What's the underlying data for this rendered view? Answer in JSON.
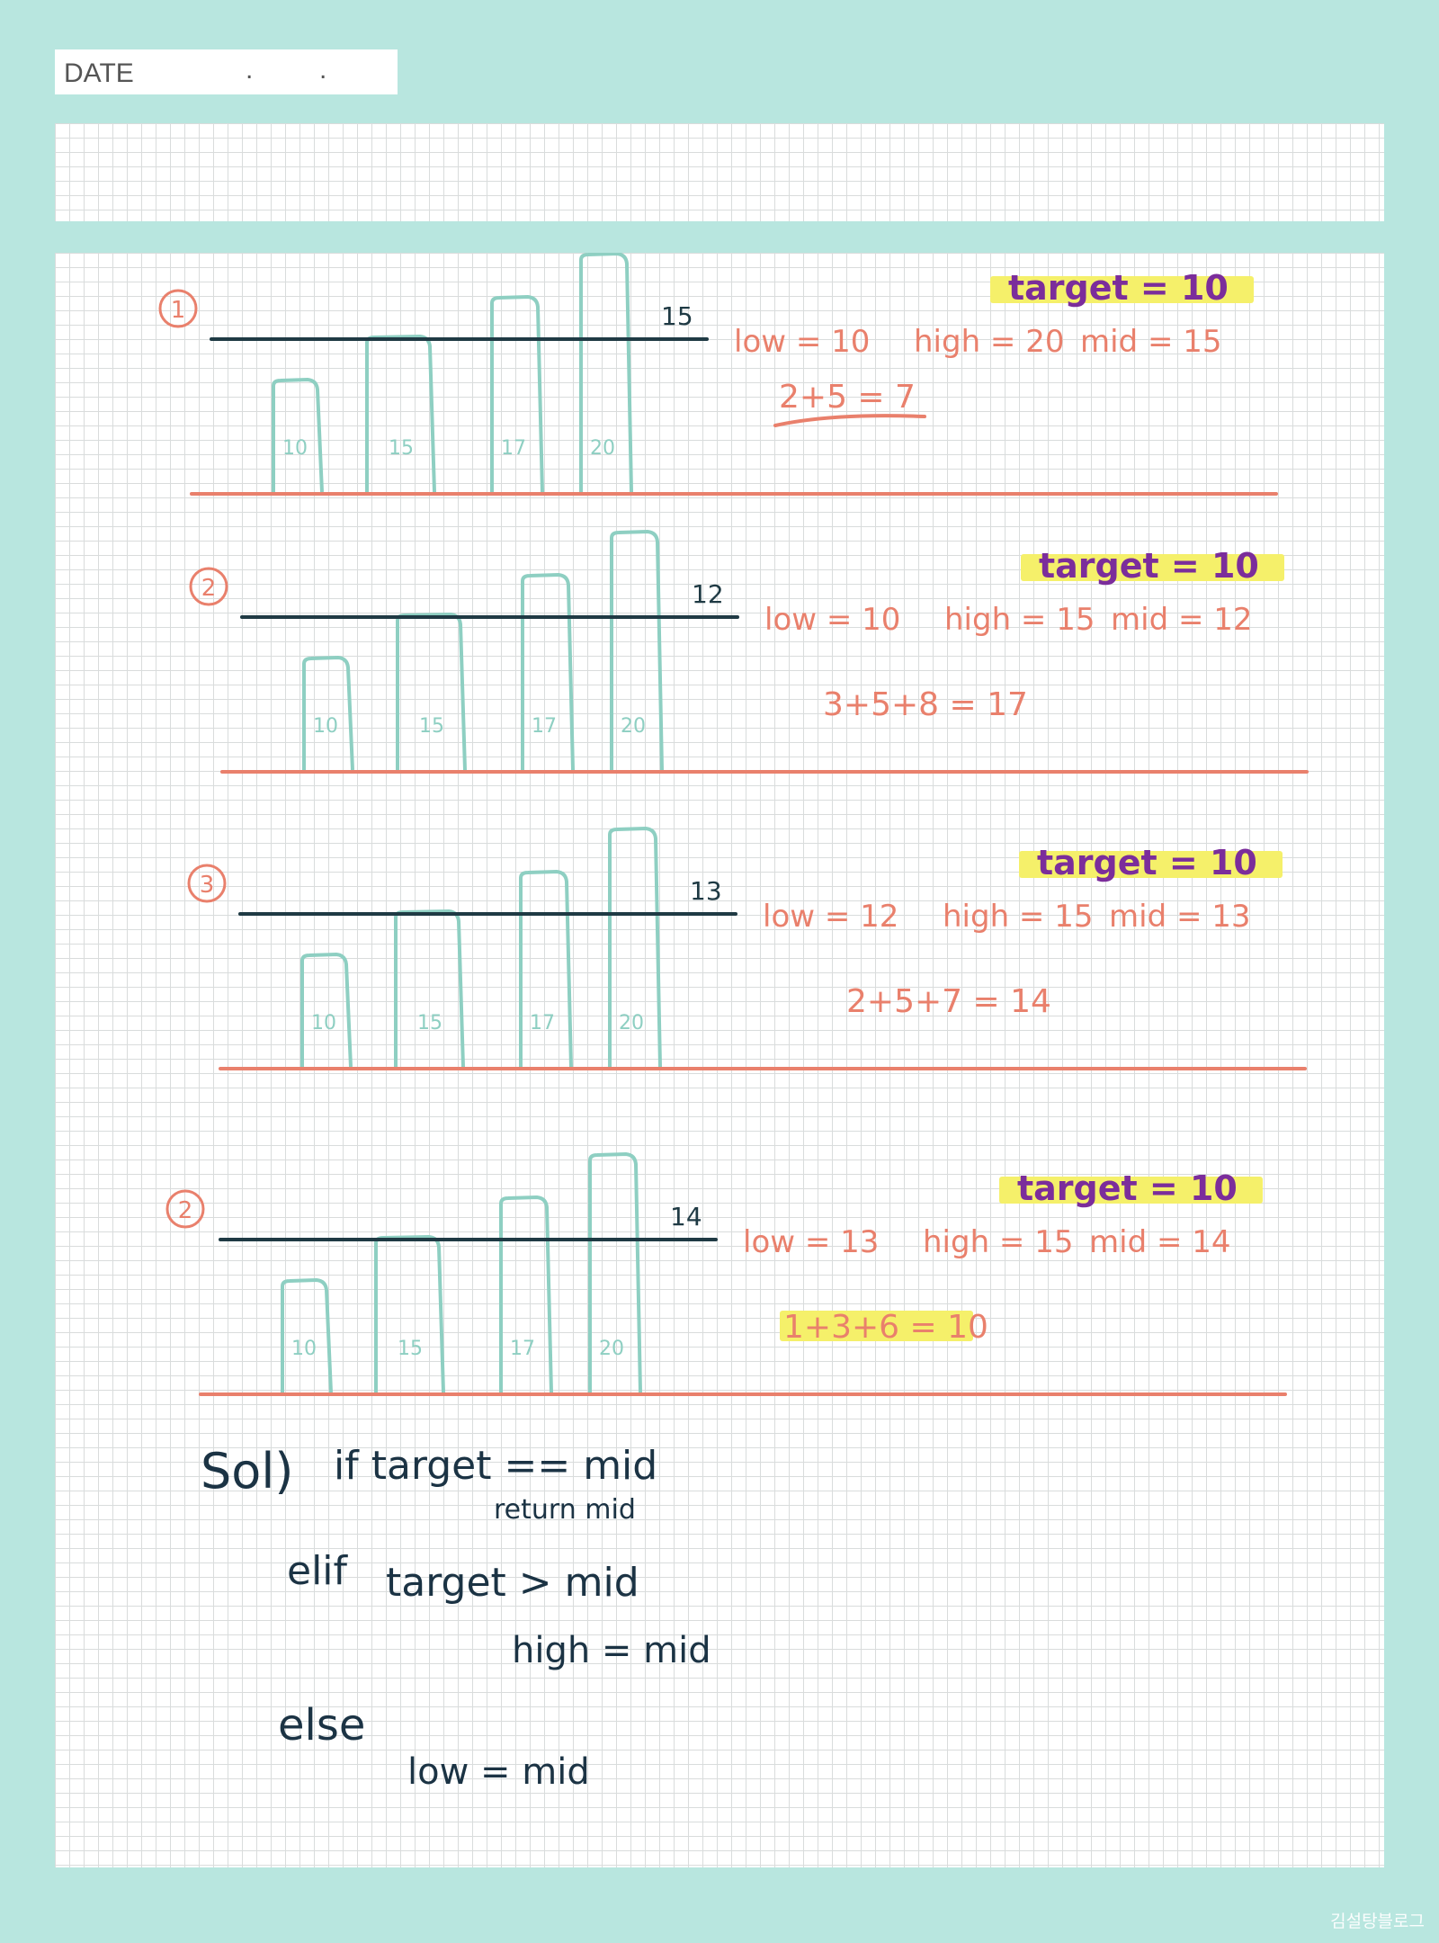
{
  "header": {
    "date_label": "DATE",
    "date_separator": "."
  },
  "colors": {
    "background": "#b8e6df",
    "bar_stroke": "#8ecfc2",
    "ground_line": "#e9806c",
    "cut_line": "#1f3a44",
    "annotation": "#e9806c",
    "target_text": "#7b2d9b",
    "highlight": "#f5f06a",
    "solution_text": "#1b3344"
  },
  "steps": [
    {
      "step_marker": "1",
      "bar_labels": [
        "10",
        "15",
        "17",
        "20"
      ],
      "cut_label": "15",
      "target": "target = 10",
      "low": "low = 10",
      "high": "high = 20",
      "mid": "mid = 15",
      "sum": "2+5 = 7"
    },
    {
      "step_marker": "2",
      "bar_labels": [
        "10",
        "15",
        "17",
        "20"
      ],
      "cut_label": "12",
      "target": "target = 10",
      "low": "low = 10",
      "high": "high = 15",
      "mid": "mid = 12",
      "sum": "3+5+8 = 17"
    },
    {
      "step_marker": "3",
      "bar_labels": [
        "10",
        "15",
        "17",
        "20"
      ],
      "cut_label": "13",
      "target": "target = 10",
      "low": "low = 12",
      "high": "high = 15",
      "mid": "mid = 13",
      "sum": "2+5+7 = 14"
    },
    {
      "step_marker": "2",
      "bar_labels": [
        "10",
        "15",
        "17",
        "20"
      ],
      "cut_label": "14",
      "target": "target = 10",
      "low": "low = 13",
      "high": "high = 15",
      "mid": "mid = 14",
      "sum": "1+3+6 = 10"
    }
  ],
  "solution": {
    "prefix": "Sol)",
    "if_line": "if target == mid",
    "return_line": "return mid",
    "elif_kw": "elif",
    "elif_cond": "target > mid",
    "elif_body": "high = mid",
    "else_kw": "else",
    "else_body": "low = mid"
  },
  "watermark": "김설탕블로그"
}
